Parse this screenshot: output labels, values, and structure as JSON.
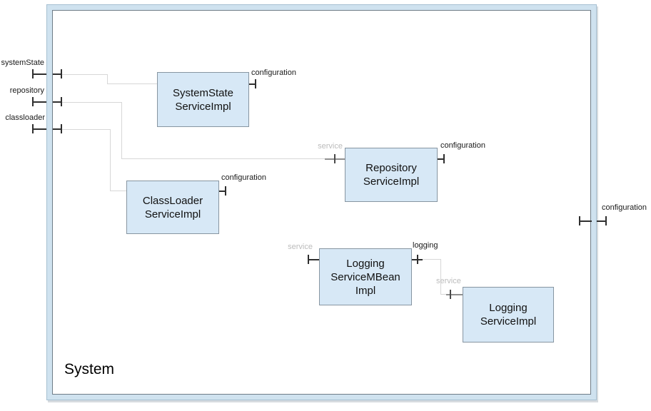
{
  "system": {
    "label": "System"
  },
  "components": {
    "systemstate": {
      "lines": [
        "SystemState",
        "ServiceImpl"
      ]
    },
    "repository": {
      "lines": [
        "Repository",
        "ServiceImpl"
      ]
    },
    "classloader": {
      "lines": [
        "ClassLoader",
        "ServiceImpl"
      ]
    },
    "logging_mbean": {
      "lines": [
        "Logging",
        "ServiceMBean",
        "Impl"
      ]
    },
    "logging_impl": {
      "lines": [
        "Logging",
        "ServiceImpl"
      ]
    }
  },
  "ports": {
    "boundary_left": [
      {
        "name": "systemState"
      },
      {
        "name": "repository"
      },
      {
        "name": "classloader"
      }
    ],
    "boundary_right_configuration": "configuration",
    "systemstate_configuration": "configuration",
    "repository_service": "service",
    "repository_configuration": "configuration",
    "classloader_configuration": "configuration",
    "logging_mbean_service": "service",
    "logging_mbean_logging": "logging",
    "logging_impl_service": "service"
  },
  "colors": {
    "component_fill": "#d7e8f6",
    "component_border": "#8795a1",
    "boundary_fill": "#cfe2ef",
    "boundary_outer_border": "#a7c0d2",
    "boundary_inner_border": "#6f7c87",
    "wire": "#d7d7d7",
    "port": "#2f2f2f",
    "service_label_text": "#bcbcbc",
    "background": "#ffffff"
  }
}
